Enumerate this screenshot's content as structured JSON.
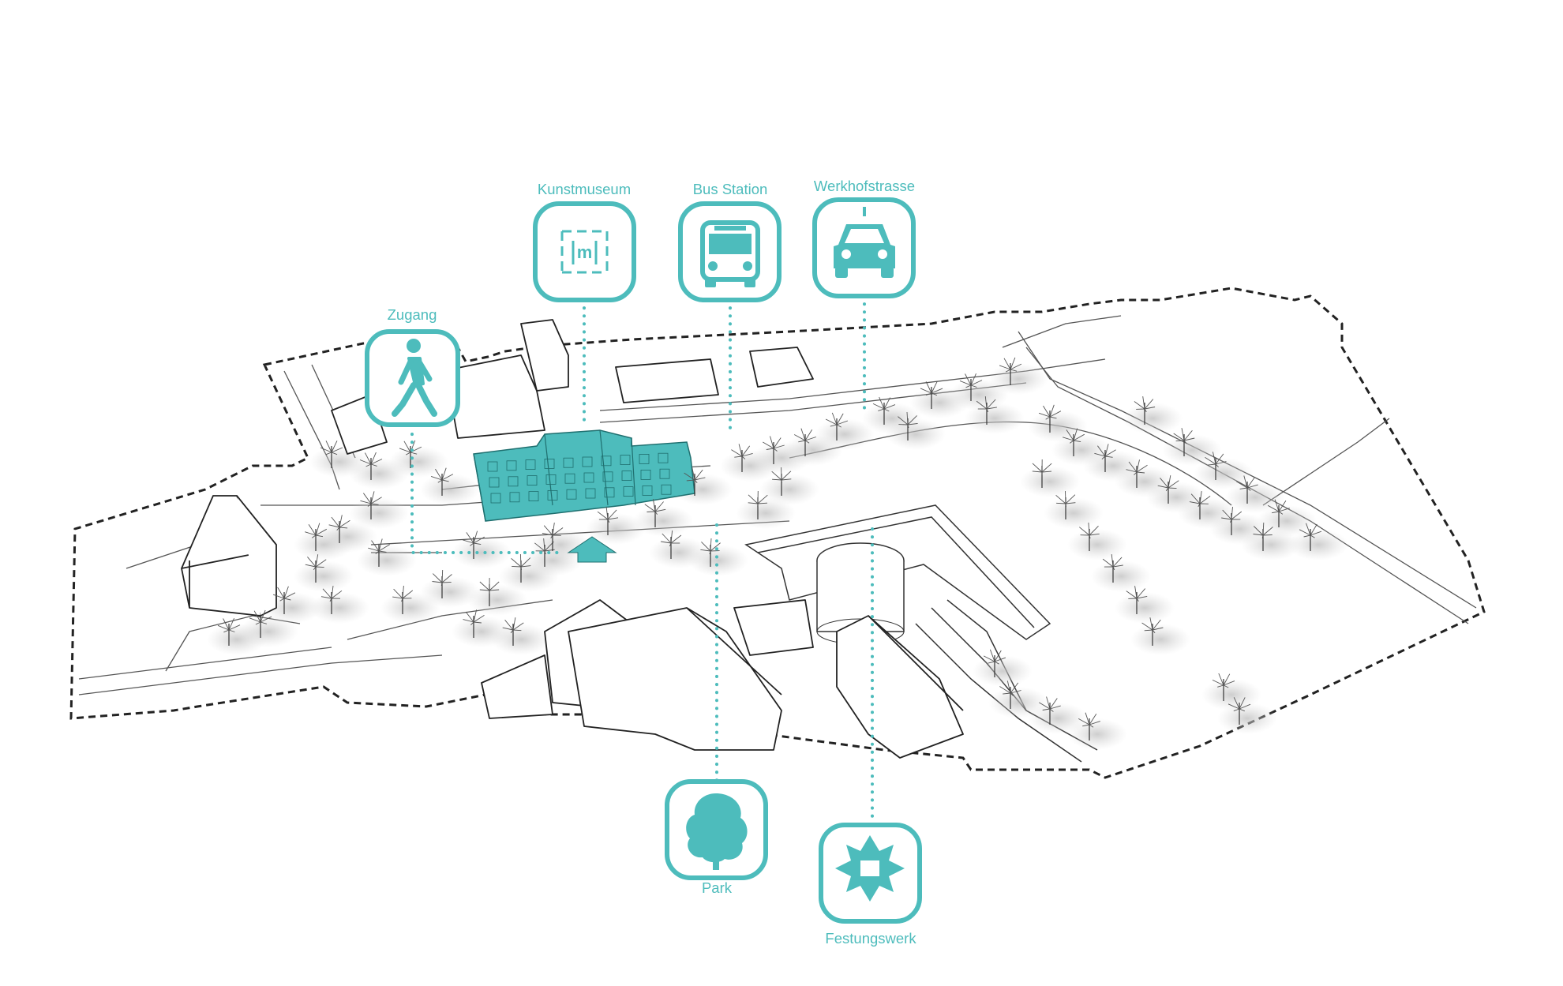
{
  "accent_color": "#4dbcbc",
  "line_color": "#222222",
  "icons": [
    {
      "id": "kunstmuseum",
      "label": "Kunstmuseum",
      "icon": "museum-icon"
    },
    {
      "id": "bus-station",
      "label": "Bus Station",
      "icon": "bus-icon"
    },
    {
      "id": "werkhofstrasse",
      "label": "Werkhofstrasse",
      "icon": "car-icon"
    },
    {
      "id": "zugang",
      "label": "Zugang",
      "icon": "pedestrian-icon"
    },
    {
      "id": "park",
      "label": "Park",
      "icon": "tree-icon"
    },
    {
      "id": "festungswerk",
      "label": "Festungswerk",
      "icon": "fortress-icon"
    }
  ]
}
